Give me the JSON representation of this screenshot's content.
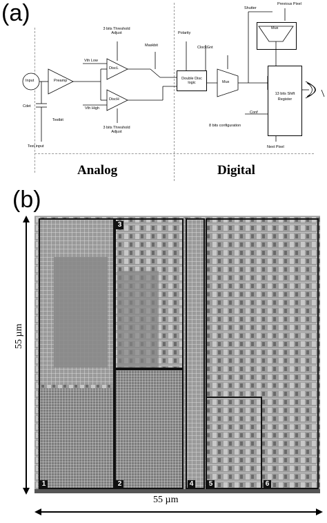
{
  "panel_a": {
    "label": "(a)",
    "input": "Input",
    "preamp": "Preamp",
    "cdet": "Cdet",
    "testbit": "Testbit",
    "test_input": "Test input",
    "vth_low": "Vth Low",
    "vth_high": "Vth High",
    "thr_adjust_top": "3 bits Threshold Adjust",
    "thr_adjust_bottom": "3 bits Threshold Adjust",
    "disc_l": "DiscL",
    "disc_h": "DiscH",
    "maskbit": "Maskbit",
    "polarity": "Polarity",
    "clock_gnt": "ClockGnt",
    "double_disc": "Double Disc logic",
    "mux1": "Mux",
    "mux2": "Mux",
    "shutter": "Shutter",
    "previous_pixel": "Previous Pixel",
    "shift_register": "13 bits Shift Register",
    "conf": "Conf",
    "bits_config": "8 bits configuration",
    "next_pixel": "Next Pixel",
    "analog": "Analog",
    "digital": "Digital"
  },
  "panel_b": {
    "label": "(b)",
    "height_dim": "55 µm",
    "width_dim": "55 µm",
    "region_numbers": [
      "1",
      "2",
      "3",
      "4",
      "5",
      "6"
    ]
  }
}
